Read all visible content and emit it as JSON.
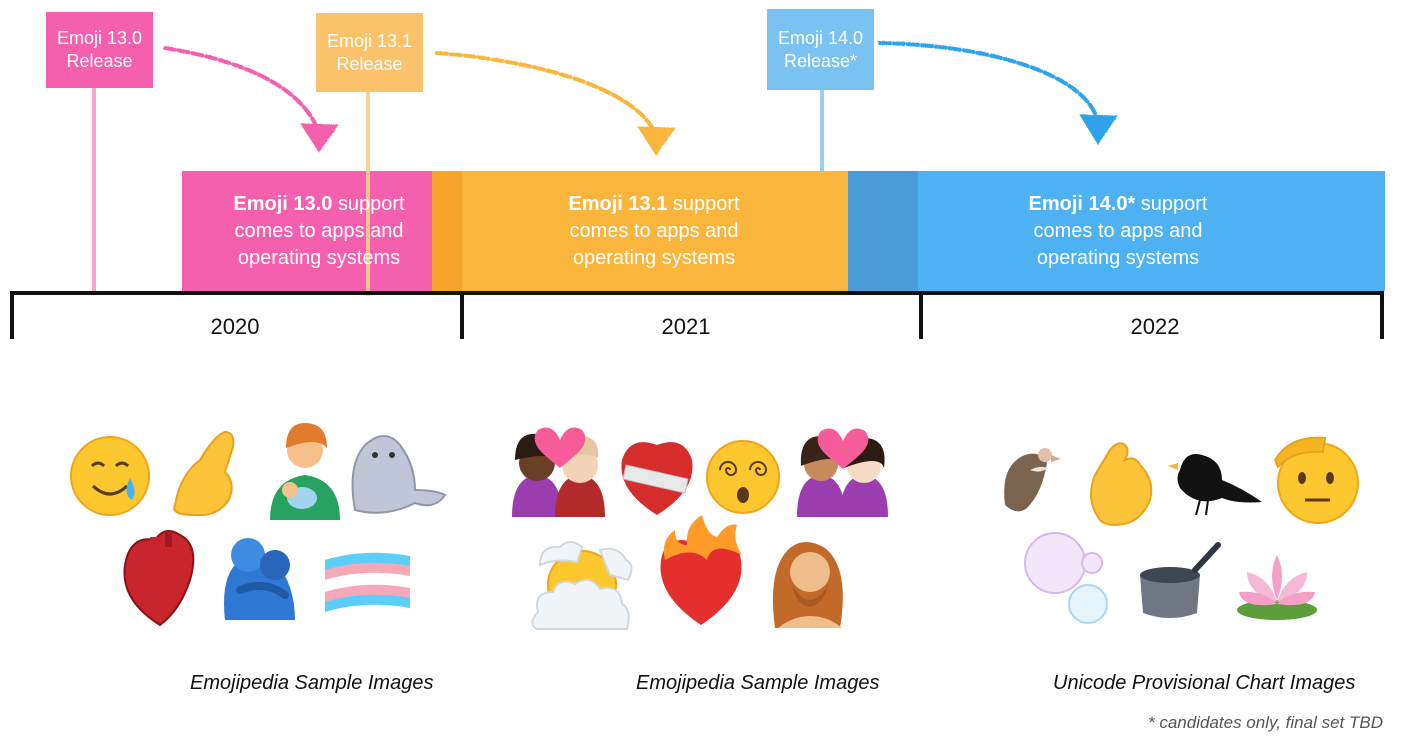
{
  "colors": {
    "pink": "#F560AE",
    "pink_light": "#F7A6CF",
    "orange": "#F9B53C",
    "orange_dark": "#F4A42A",
    "orange_light": "#FAD08F",
    "blue": "#4DB1F2",
    "blue_dark": "#4A9DD8",
    "blue_light": "#98CFF3",
    "axis": "#111111"
  },
  "releases": [
    {
      "line1": "Emoji 13.0",
      "line2": "Release"
    },
    {
      "line1": "Emoji 13.1",
      "line2": "Release"
    },
    {
      "line1": "Emoji 14.0",
      "line2": "Release*"
    }
  ],
  "bands": [
    {
      "bold": "Emoji 13.0",
      "rest": " support",
      "line2": "comes to apps and",
      "line3": "operating systems"
    },
    {
      "bold": "Emoji 13.1",
      "rest": " support",
      "line2": "comes to apps and",
      "line3": "operating systems"
    },
    {
      "bold": "Emoji 14.0*",
      "rest": " support",
      "line2": "comes to apps and",
      "line3": "operating systems"
    }
  ],
  "years": [
    "2020",
    "2021",
    "2022"
  ],
  "emoji_groups": [
    {
      "icons": [
        "smiling-face-with-tear-icon",
        "pinched-fingers-icon",
        "person-feeding-baby-icon",
        "seal-icon",
        "anatomical-heart-icon",
        "people-hugging-icon",
        "transgender-flag-icon"
      ]
    },
    {
      "icons": [
        "couple-with-heart-icon",
        "mending-heart-icon",
        "face-with-spiral-eyes-icon",
        "couple-with-heart-women-icon",
        "face-in-clouds-icon",
        "heart-on-fire-icon",
        "woman-beard-icon"
      ]
    },
    {
      "icons": [
        "vulture-icon",
        "hand-with-index-finger-and-thumb-crossed-icon",
        "blackbird-icon",
        "saluting-face-icon",
        "bubbles-icon",
        "pot-icon",
        "lotus-icon"
      ]
    }
  ],
  "captions": [
    "Emojipedia Sample Images",
    "Emojipedia Sample Images",
    "Unicode Provisional Chart Images"
  ],
  "footnote": "* candidates only, final set TBD"
}
